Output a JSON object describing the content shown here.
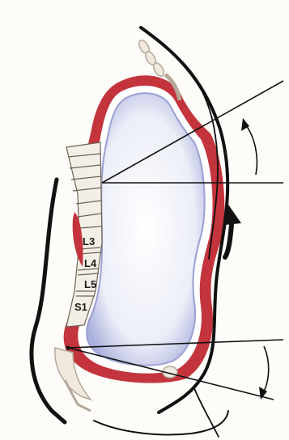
{
  "diagram": {
    "vertebra_labels": [
      "L3",
      "L4",
      "L5",
      "S1"
    ]
  },
  "colors": {
    "background": "#fdfcf9",
    "outline": "#111111",
    "red_tissue": "#c4343c",
    "cushion_fill": "#e6e7f4",
    "cushion_stipple": "#7c82c4",
    "bone": "#c7b9a8"
  }
}
